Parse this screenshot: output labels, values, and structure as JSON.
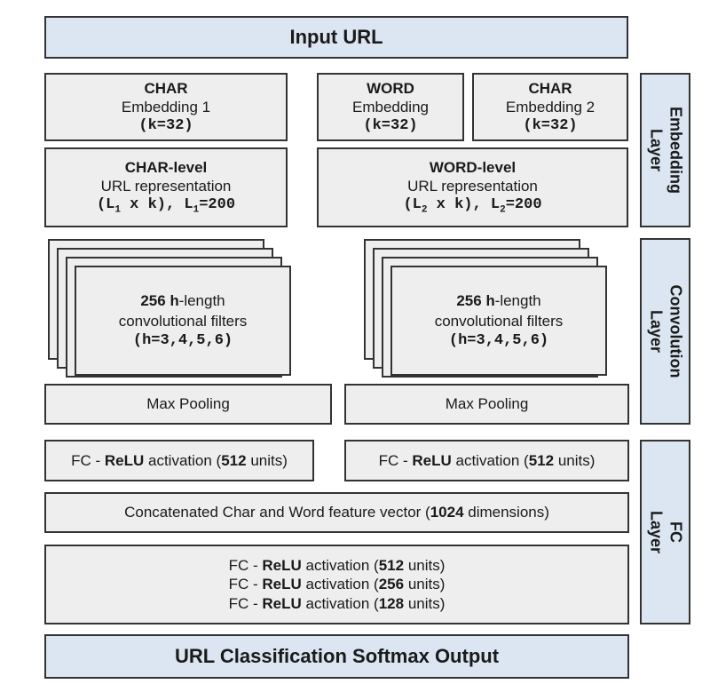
{
  "input": {
    "label": "Input URL"
  },
  "output": {
    "label": "URL Classification Softmax Output"
  },
  "embedding": {
    "char1": {
      "title": "CHAR",
      "subtitle": "Embedding 1",
      "k": "(k=32)"
    },
    "word": {
      "title": "WORD",
      "subtitle": "Embedding",
      "k": "(k=32)"
    },
    "char2": {
      "title": "CHAR",
      "subtitle": "Embedding 2",
      "k": "(k=32)"
    },
    "char_rep": {
      "title": "CHAR-level",
      "subtitle": "URL representation",
      "formula_a": "(L",
      "sub_a": "1",
      "formula_b": " x k), L",
      "sub_b": "1",
      "formula_c": "=200"
    },
    "word_rep": {
      "title": "WORD-level",
      "subtitle": "URL representation",
      "formula_a": "(L",
      "sub_a": "2",
      "formula_b": " x k), L",
      "sub_b": "2",
      "formula_c": "=200"
    }
  },
  "convolution": {
    "left": {
      "count": "256",
      "h": "h",
      "rest": "-length",
      "line2": "convolutional filters",
      "line3": "(h=3,4,5,6)"
    },
    "right": {
      "count": "256",
      "h": "h",
      "rest": "-length",
      "line2": "convolutional filters",
      "line3": "(h=3,4,5,6)"
    },
    "pool_left": "Max Pooling",
    "pool_right": "Max Pooling"
  },
  "fc": {
    "left": {
      "a": "FC - ",
      "b": "ReLU",
      "c": " activation (",
      "d": "512",
      "e": " units)"
    },
    "right": {
      "a": "FC - ",
      "b": "ReLU",
      "c": " activation (",
      "d": "512",
      "e": " units)"
    },
    "concat": {
      "a": "Concatenated Char and Word feature vector (",
      "b": "1024",
      "c": " dimensions)"
    },
    "stack": [
      {
        "a": "FC - ",
        "b": "ReLU",
        "c": " activation (",
        "d": "512",
        "e": " units)"
      },
      {
        "a": "FC - ",
        "b": "ReLU",
        "c": " activation (",
        "d": "256",
        "e": " units)"
      },
      {
        "a": "FC - ",
        "b": "ReLU",
        "c": " activation (",
        "d": "128",
        "e": " units)"
      }
    ]
  },
  "side_labels": {
    "embedding": {
      "line1": "Embedding",
      "line2": "Layer"
    },
    "convolution": {
      "line1": "Convolution",
      "line2": "Layer"
    },
    "fc": {
      "line1": "FC",
      "line2": "Layer"
    }
  }
}
